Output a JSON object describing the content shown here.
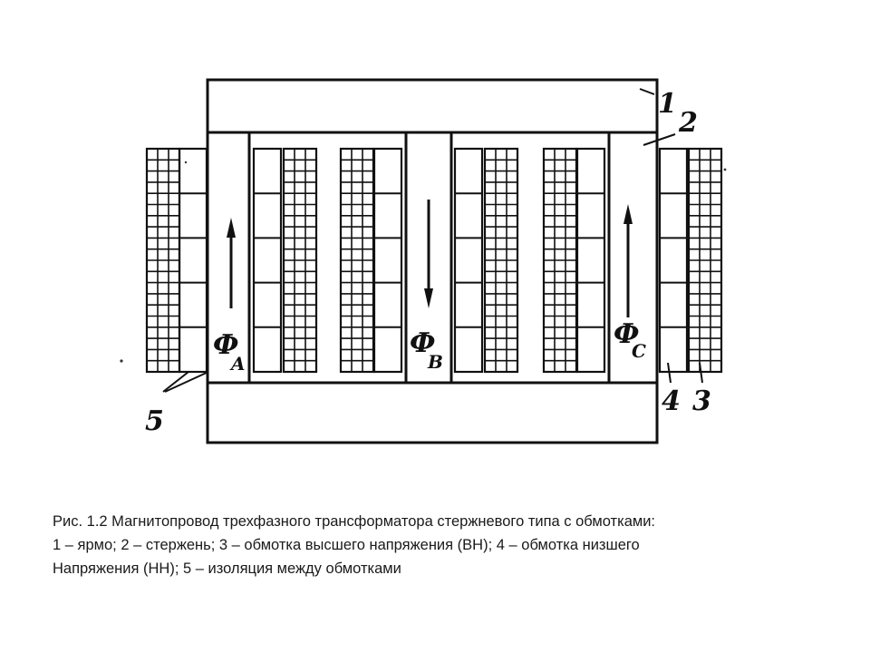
{
  "figure": {
    "labels": {
      "yoke": "1",
      "core": "2",
      "hv_winding": "3",
      "lv_winding": "4",
      "insulation": "5"
    },
    "flux": [
      {
        "symbol": "Ф",
        "sub": "A",
        "direction": "up"
      },
      {
        "symbol": "Ф",
        "sub": "B",
        "direction": "down"
      },
      {
        "symbol": "Ф",
        "sub": "C",
        "direction": "up"
      }
    ]
  },
  "caption": {
    "line1": "Рис. 1.2 Магнитопровод трехфазного трансформатора стержневого типа с обмотками:",
    "line2": "1 – ярмо; 2 – стержень; 3 – обмотка высшего напряжения (ВН); 4 – обмотка низшего",
    "line3": "Напряжения (НН); 5 – изоляция между обмотками"
  }
}
